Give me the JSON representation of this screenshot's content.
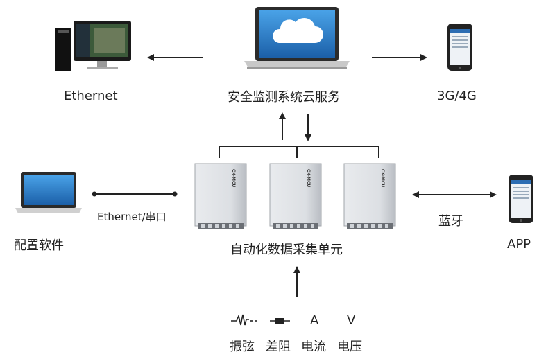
{
  "nodes": {
    "ethernet_pc": "Ethernet",
    "cloud_service": "安全监测系统云服务",
    "mobile_network": "3G/4G",
    "config_software": "配置软件",
    "link_ethernet_serial": "Ethernet/串口",
    "acquisition_units": "自动化数据采集单元",
    "bluetooth": "蓝牙",
    "app": "APP"
  },
  "device_label": "CK-MCU",
  "sensors": [
    {
      "symbol": "",
      "label": "振弦"
    },
    {
      "symbol": "",
      "label": "差阻"
    },
    {
      "symbol": "A",
      "label": "电流"
    },
    {
      "symbol": "V",
      "label": "电压"
    }
  ]
}
